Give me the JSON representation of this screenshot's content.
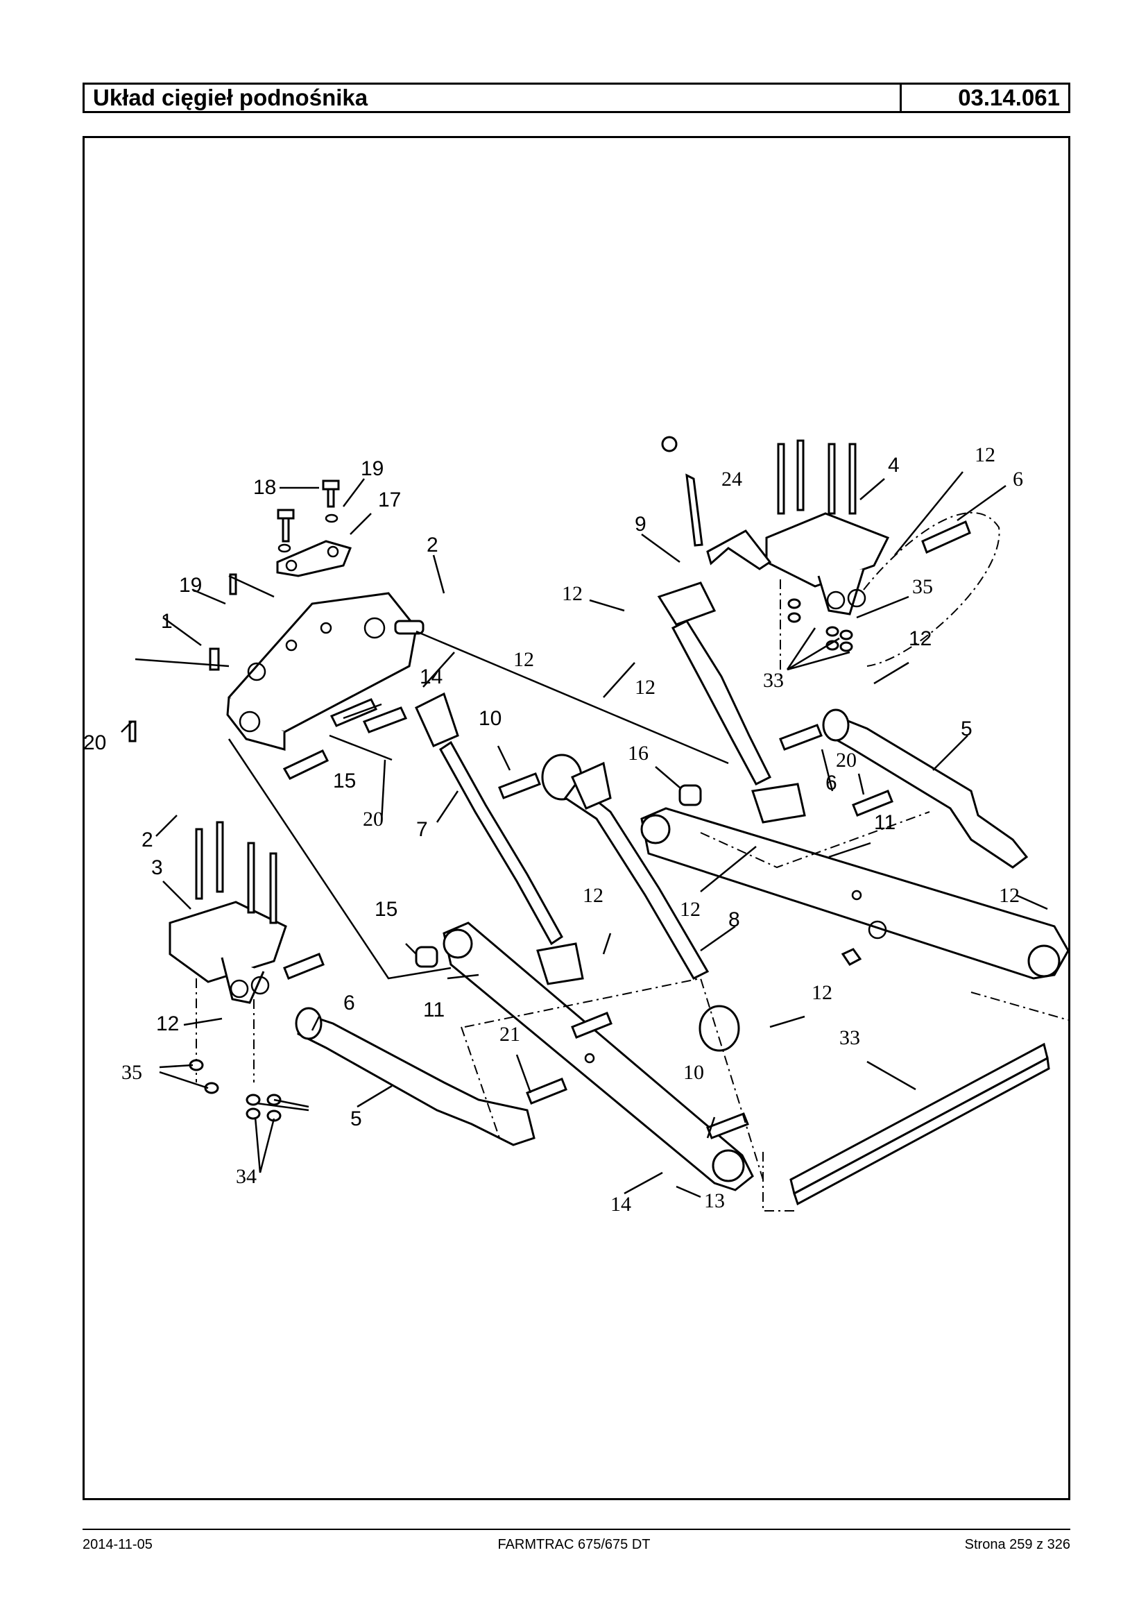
{
  "header": {
    "title": "Układ cięgieł podnośnika",
    "doc_number": "03.14.061"
  },
  "diagram": {
    "callouts": [
      "1",
      "2",
      "2",
      "3",
      "4",
      "5",
      "5",
      "6",
      "6",
      "6",
      "7",
      "8",
      "9",
      "10",
      "10",
      "11",
      "11",
      "12",
      "12",
      "12",
      "12",
      "12",
      "12",
      "12",
      "12",
      "12",
      "12",
      "13",
      "14",
      "14",
      "15",
      "15",
      "16",
      "17",
      "18",
      "19",
      "19",
      "20",
      "20",
      "20",
      "21",
      "24",
      "33",
      "33",
      "34",
      "35",
      "35"
    ]
  },
  "footer": {
    "date": "2014-11-05",
    "model": "FARMTRAC 675/675 DT",
    "page": "Strona 259 z 326"
  }
}
